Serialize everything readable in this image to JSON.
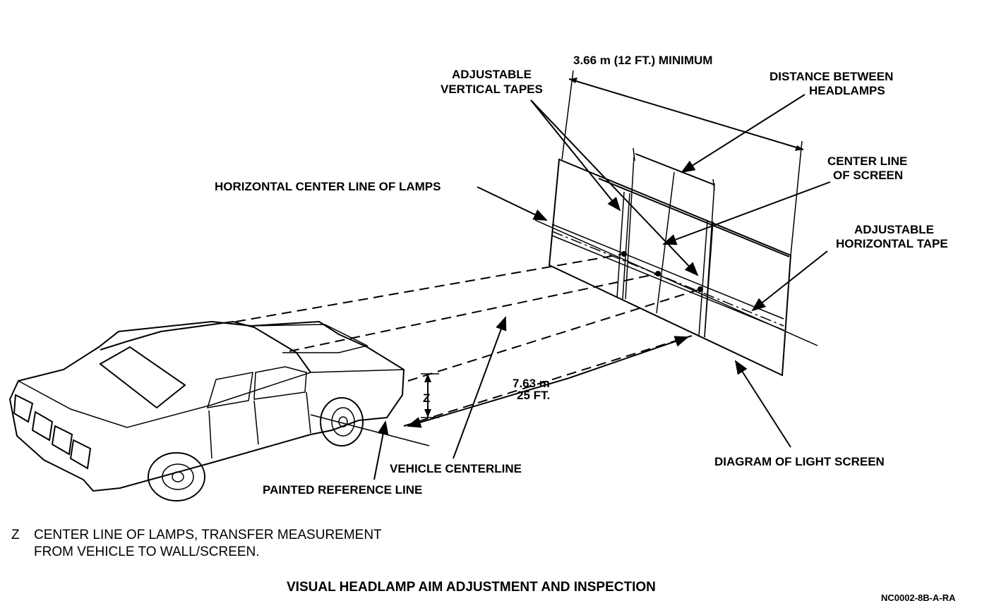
{
  "labels": {
    "distance_min": "3.66 m (12 FT.) MINIMUM",
    "vertical_tapes_1": "ADJUSTABLE",
    "vertical_tapes_2": "VERTICAL TAPES",
    "between_headlamps_1": "DISTANCE BETWEEN",
    "between_headlamps_2": "HEADLAMPS",
    "center_screen_1": "CENTER LINE",
    "center_screen_2": "OF SCREEN",
    "horizontal_center": "HORIZONTAL CENTER LINE OF LAMPS",
    "horizontal_tape_1": "ADJUSTABLE",
    "horizontal_tape_2": "HORIZONTAL TAPE",
    "z_marker": "Z",
    "distance_25_1": "7.63 m",
    "distance_25_2": "25 FT.",
    "vehicle_centerline": "VEHICLE CENTERLINE",
    "painted_ref": "PAINTED REFERENCE LINE",
    "light_screen": "DIAGRAM OF LIGHT SCREEN"
  },
  "note": {
    "key": "Z",
    "line1": "CENTER LINE OF LAMPS, TRANSFER MEASUREMENT",
    "line2": "FROM VEHICLE TO WALL/SCREEN."
  },
  "caption": "VISUAL HEADLAMP AIM ADJUSTMENT AND INSPECTION",
  "figure_code": "NC0002-8B-A-RA"
}
